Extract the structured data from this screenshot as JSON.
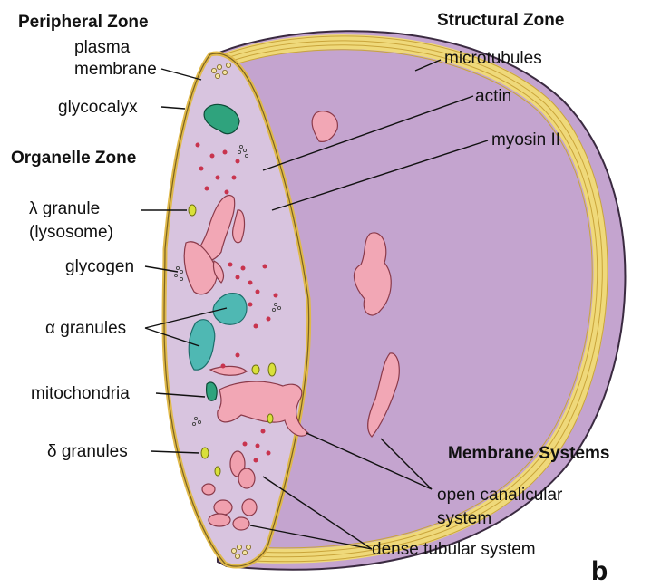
{
  "zones": {
    "peripheral": "Peripheral Zone",
    "structural": "Structural Zone",
    "organelle": "Organelle Zone",
    "membrane": "Membrane Systems"
  },
  "labels": {
    "plasma_membrane_1": "plasma",
    "plasma_membrane_2": "membrane",
    "glycocalyx": "glycocalyx",
    "microtubules": "microtubules",
    "actin": "actin",
    "myosin": "myosin II",
    "lambda_1": "λ granule",
    "lambda_2": "(lysosome)",
    "glycogen": "glycogen",
    "alpha": "α granules",
    "mitochondria": "mitochondria",
    "delta": "δ granules",
    "ocs_1": "open canalicular",
    "ocs_2": "system",
    "dts": "dense tubular system",
    "panel": "b"
  },
  "colors": {
    "cytoplasm": "#d8c4df",
    "outer_face": "#c4a4cf",
    "membrane": "#e9c85a",
    "ocs": "#f2a7b5",
    "alpha_granule": "#4fb8b3",
    "granule_red": "#c8344e",
    "mitochondria": "#2fa37d",
    "delta_granule": "#d9e03a"
  }
}
